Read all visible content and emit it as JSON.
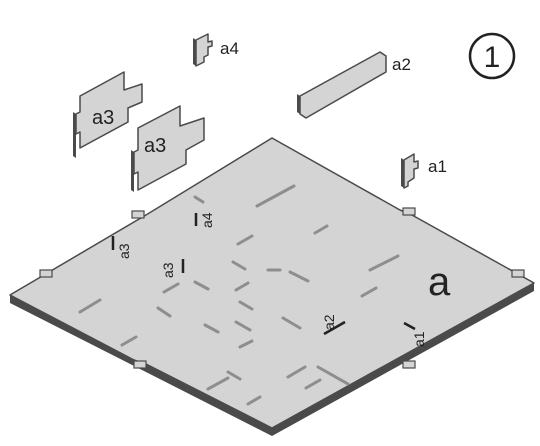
{
  "step": {
    "number": "1"
  },
  "base": {
    "label": "a"
  },
  "parts": [
    {
      "id": "a1",
      "label": "a1"
    },
    {
      "id": "a2",
      "label": "a2"
    },
    {
      "id": "a3-left",
      "label": "a3"
    },
    {
      "id": "a3-right",
      "label": "a3"
    },
    {
      "id": "a4",
      "label": "a4"
    }
  ],
  "slot_markers": [
    {
      "id": "slot-a1",
      "label": "a1"
    },
    {
      "id": "slot-a2",
      "label": "a2"
    },
    {
      "id": "slot-a3-left",
      "label": "a3"
    },
    {
      "id": "slot-a3-center",
      "label": "a3"
    },
    {
      "id": "slot-a4",
      "label": "a4"
    }
  ],
  "colors": {
    "panel_fill": "#d4d4d4",
    "panel_edge": "#4a4a4a",
    "slot": "#8e8e8e",
    "text": "#222222"
  }
}
